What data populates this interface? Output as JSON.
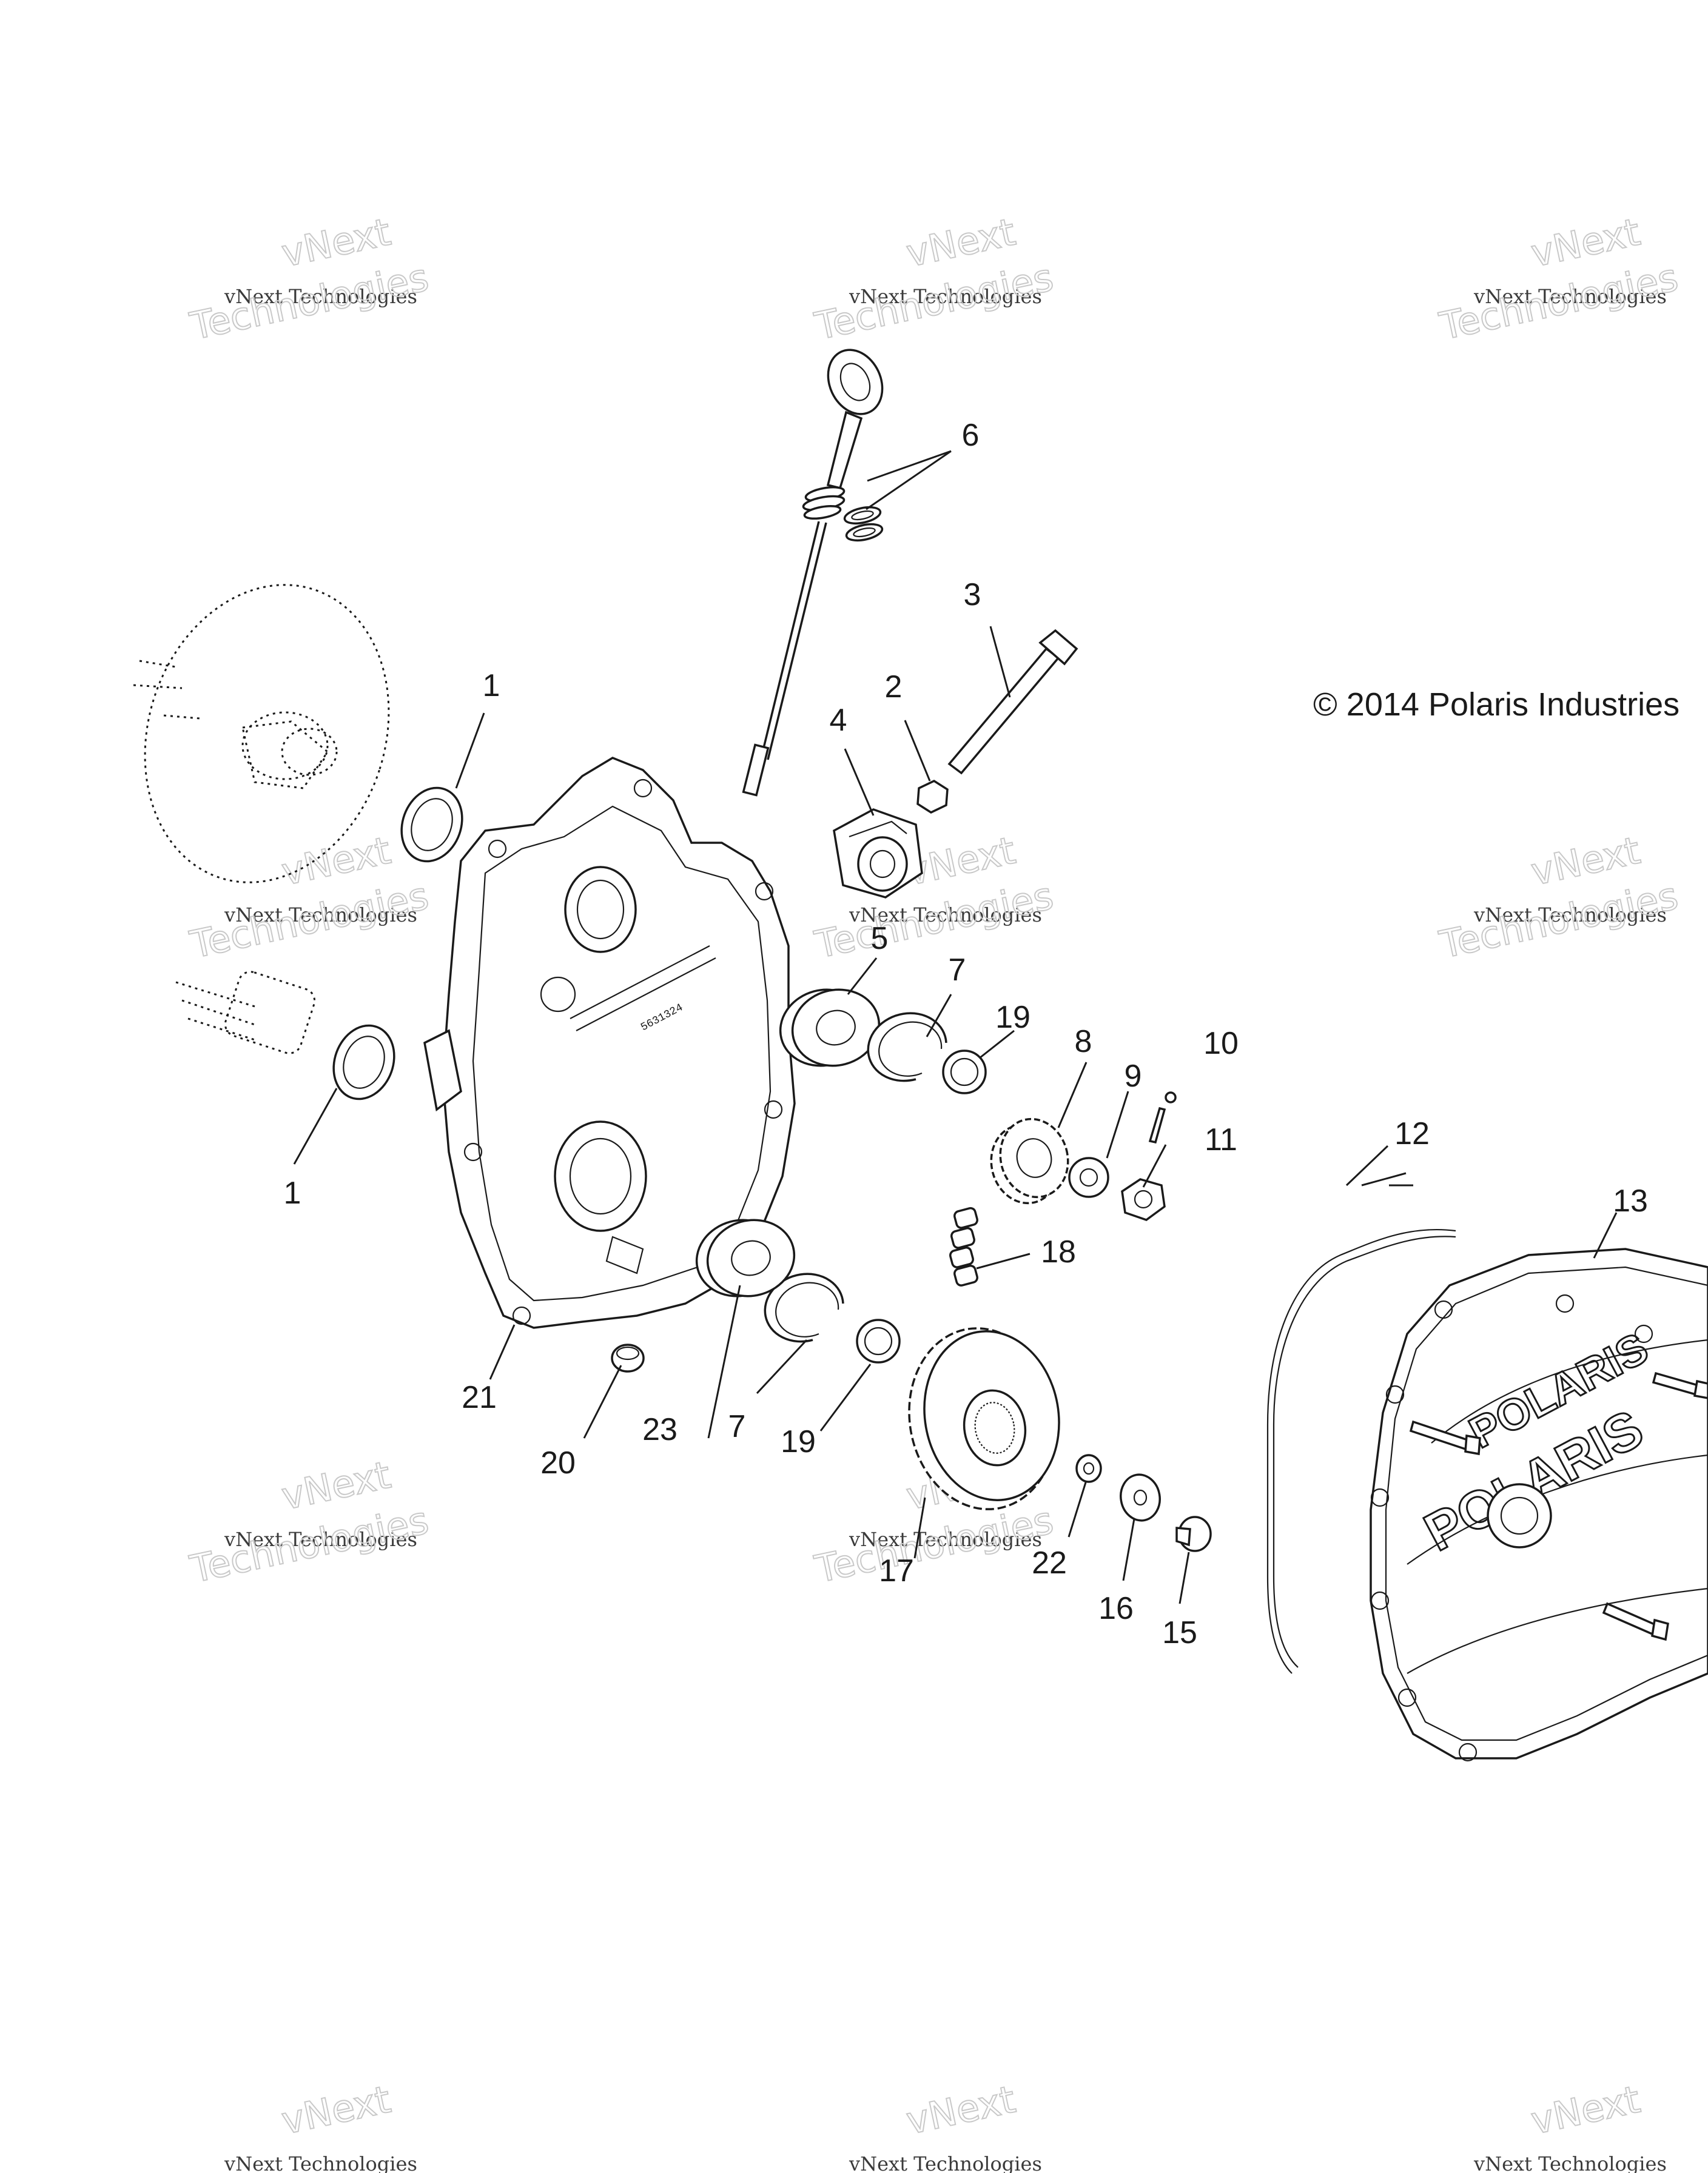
{
  "copyright": "© 2014 Polaris Industries",
  "watermark": {
    "line1": "vNext Technologies",
    "line2": "vNext",
    "line3": "Technologies"
  },
  "cover_logo_text": "POLARIS",
  "case_stamp": "5631324",
  "callouts": [
    {
      "id": "c1a",
      "text": "1"
    },
    {
      "id": "c1b",
      "text": "1"
    },
    {
      "id": "c2",
      "text": "2"
    },
    {
      "id": "c3",
      "text": "3"
    },
    {
      "id": "c4",
      "text": "4"
    },
    {
      "id": "c5",
      "text": "5"
    },
    {
      "id": "c6",
      "text": "6"
    },
    {
      "id": "c7a",
      "text": "7"
    },
    {
      "id": "c7b",
      "text": "7"
    },
    {
      "id": "c8",
      "text": "8"
    },
    {
      "id": "c9",
      "text": "9"
    },
    {
      "id": "c10",
      "text": "10"
    },
    {
      "id": "c11",
      "text": "11"
    },
    {
      "id": "c12",
      "text": "12"
    },
    {
      "id": "c13",
      "text": "13"
    },
    {
      "id": "c15",
      "text": "15"
    },
    {
      "id": "c16",
      "text": "16"
    },
    {
      "id": "c17",
      "text": "17"
    },
    {
      "id": "c18",
      "text": "18"
    },
    {
      "id": "c19a",
      "text": "19"
    },
    {
      "id": "c19b",
      "text": "19"
    },
    {
      "id": "c20",
      "text": "20"
    },
    {
      "id": "c21",
      "text": "21"
    },
    {
      "id": "c22",
      "text": "22"
    },
    {
      "id": "c23",
      "text": "23"
    }
  ]
}
